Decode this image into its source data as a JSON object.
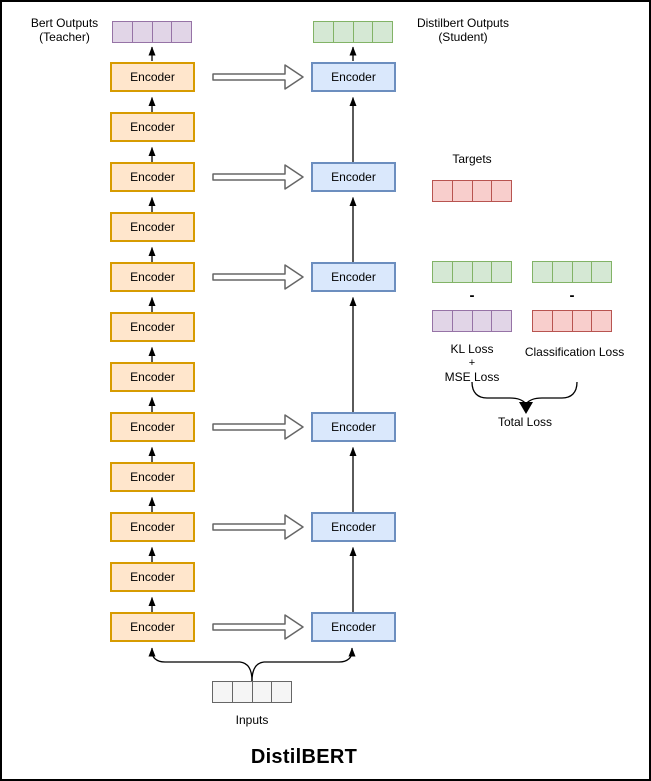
{
  "diagram": {
    "title": "DistilBERT",
    "encoder_label": "Encoder",
    "inputs_label": "Inputs",
    "teacher": {
      "output_label_line1": "Bert Outputs",
      "output_label_line2": "(Teacher)",
      "encoder_count": 12,
      "box_fill": "#FFE6CC",
      "box_stroke": "#D79B00"
    },
    "student": {
      "output_label_line1": "Distilbert Outputs",
      "output_label_line2": "(Student)",
      "encoder_count": 6,
      "box_fill": "#DAE8FC",
      "box_stroke": "#6C8EBF"
    },
    "loss": {
      "targets_label": "Targets",
      "minus_sign": "-",
      "plus_sign": "+",
      "kl_loss_label": "KL Loss",
      "mse_loss_label": "MSE Loss",
      "classification_loss_label": "Classification Loss",
      "total_loss_label": "Total Loss"
    },
    "strips": {
      "teacher_output": {
        "cells": 4,
        "fill": "#E1D5E7",
        "stroke": "#9673A6"
      },
      "student_output": {
        "cells": 4,
        "fill": "#D5E8D4",
        "stroke": "#82B366"
      },
      "targets": {
        "cells": 4,
        "fill": "#F8CECC",
        "stroke": "#B85450"
      },
      "student_prediction": {
        "cells": 4,
        "fill": "#D5E8D4",
        "stroke": "#82B366"
      },
      "teacher_prediction": {
        "cells": 4,
        "fill": "#E1D5E7",
        "stroke": "#9673A6"
      },
      "classification_prediction": {
        "cells": 4,
        "fill": "#F8CECC",
        "stroke": "#B85450"
      },
      "inputs": {
        "cells": 4,
        "fill": "#F5F5F5",
        "stroke": "#666666"
      }
    }
  }
}
